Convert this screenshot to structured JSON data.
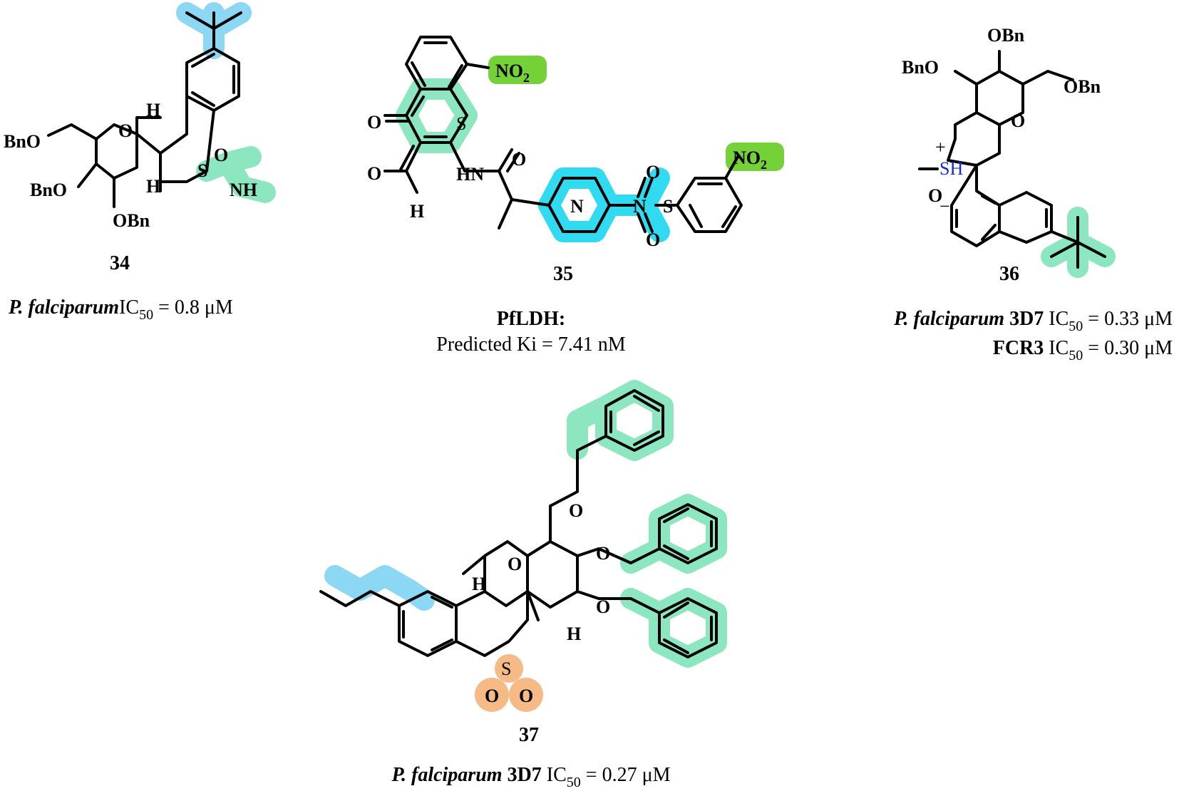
{
  "colors": {
    "highlight_green": "#7fe3b8",
    "highlight_blue": "#7fd3f3",
    "highlight_cyan": "#19d7ef",
    "highlight_lime": "#66cc22",
    "highlight_orange": "#f5b27a",
    "text": "#000000",
    "sulfonium_blue": "#1b2bd0"
  },
  "compounds": [
    {
      "id": "34",
      "atoms": [
        "BnO",
        "O",
        "H",
        "H",
        "BnO",
        "OBn",
        "S",
        "O",
        "NH"
      ],
      "activity": {
        "organism": "P. falciparum",
        "strain": "",
        "metric": "IC",
        "sub": "50",
        "value": " = 0.8 μM"
      }
    },
    {
      "id": "35",
      "atoms": [
        "NO",
        "2",
        "O",
        "S",
        "O",
        "H",
        "HN",
        "O",
        "N",
        "N",
        "S",
        "O",
        "O",
        "NO",
        "2"
      ],
      "activity": {
        "target": "PfLDH:",
        "value": "Predicted Ki = 7.41 nM"
      }
    },
    {
      "id": "36",
      "atoms": [
        "OBn",
        "BnO",
        "O",
        "OBn",
        "+",
        "SH",
        "O",
        "−"
      ],
      "activity": [
        {
          "organism": "P. falciparum",
          "strain": " 3D7",
          "metric": " IC",
          "sub": "50",
          "value": " = 0.33 μM"
        },
        {
          "organism": "",
          "strain": "FCR3",
          "metric": " IC",
          "sub": "50",
          "value": " = 0.30 μM"
        }
      ]
    },
    {
      "id": "37",
      "atoms": [
        "O",
        "O",
        "O",
        "O",
        "H",
        "H",
        "S",
        "O",
        "O"
      ],
      "activity": {
        "organism": "P. falciparum",
        "strain": " 3D7",
        "metric": " IC",
        "sub": "50",
        "value": " = 0.27 μM"
      }
    }
  ]
}
